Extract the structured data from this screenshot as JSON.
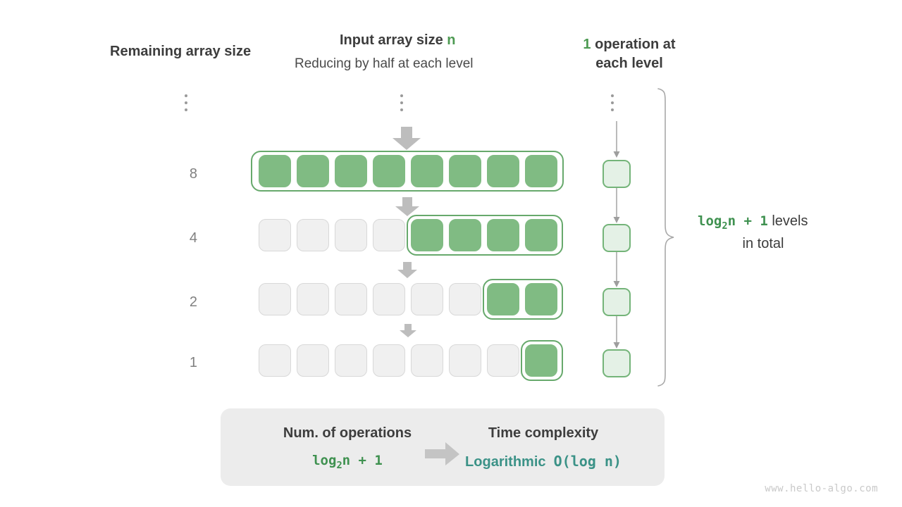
{
  "headers": {
    "remaining": "Remaining array size",
    "input_main_pre": "Input array size ",
    "input_main_var": "n",
    "input_sub": "Reducing by half at each level",
    "ops_num": "1",
    "ops_rest": " operation at",
    "ops_line2": "each level"
  },
  "colors": {
    "green_fill": "#80bb83",
    "green_border": "#67a96c",
    "green_text": "#4d9a52",
    "light_green_fill": "#e4f1e6",
    "teal": "#3b9287",
    "gray_cell": "#f0f0f0",
    "gray_arrow": "#bdbdbd",
    "panel_bg": "#ececec"
  },
  "levels": [
    {
      "label": "8",
      "total_cells": 8,
      "filled_cells": 8,
      "filled_start_index": 0
    },
    {
      "label": "4",
      "total_cells": 8,
      "filled_cells": 4,
      "filled_start_index": 4
    },
    {
      "label": "2",
      "total_cells": 8,
      "filled_cells": 2,
      "filled_start_index": 6
    },
    {
      "label": "1",
      "total_cells": 8,
      "filled_cells": 1,
      "filled_start_index": 7
    }
  ],
  "ellipsis_icon": "vertical-ellipsis",
  "right_note": {
    "formula": "log",
    "formula_sub": "2",
    "formula_rest": "n + 1",
    "line1_suffix": " levels",
    "line2": "in total"
  },
  "summary": {
    "left_title": "Num. of operations",
    "left_value_formula": "log",
    "left_value_sub": "2",
    "left_value_rest": "n + 1",
    "arrow_icon": "right-arrow-icon",
    "right_title": "Time complexity",
    "right_value_word": "Logarithmic",
    "right_value_bigo": "O(log n)"
  },
  "watermark": "www.hello-algo.com"
}
